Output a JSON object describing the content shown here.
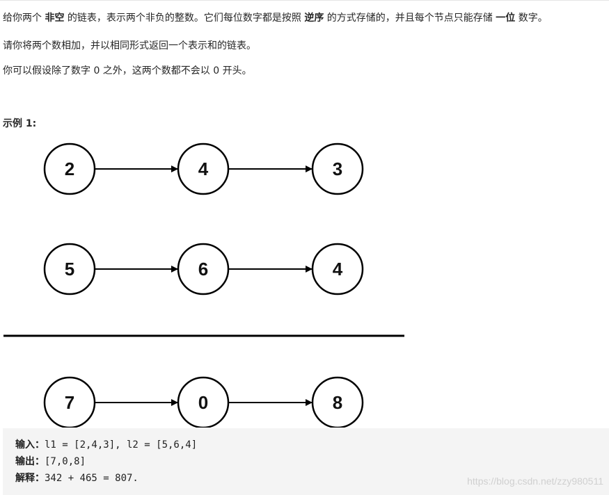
{
  "description": {
    "p1": {
      "t1": "给你两个 ",
      "b1": "非空",
      "t2": " 的链表，表示两个非负的整数。它们每位数字都是按照 ",
      "b2": "逆序",
      "t3": " 的方式存储的，并且每个节点只能存储 ",
      "b3": "一位",
      "t4": " 数字。"
    },
    "p2": "请你将两个数相加，并以相同形式返回一个表示和的链表。",
    "p3": "你可以假设除了数字 0 之外，这两个数都不会以 0 开头。"
  },
  "example": {
    "title": "示例 1:",
    "lists": [
      [
        "2",
        "4",
        "3"
      ],
      [
        "5",
        "6",
        "4"
      ],
      [
        "7",
        "0",
        "8"
      ]
    ],
    "code": {
      "input_label": "输入：",
      "input_value": "l1 = [2,4,3], l2 = [5,6,4]",
      "output_label": "输出：",
      "output_value": "[7,0,8]",
      "explain_label": "解释：",
      "explain_value": "342 + 465 = 807."
    }
  },
  "watermark": "https://blog.csdn.net/zzy980511"
}
